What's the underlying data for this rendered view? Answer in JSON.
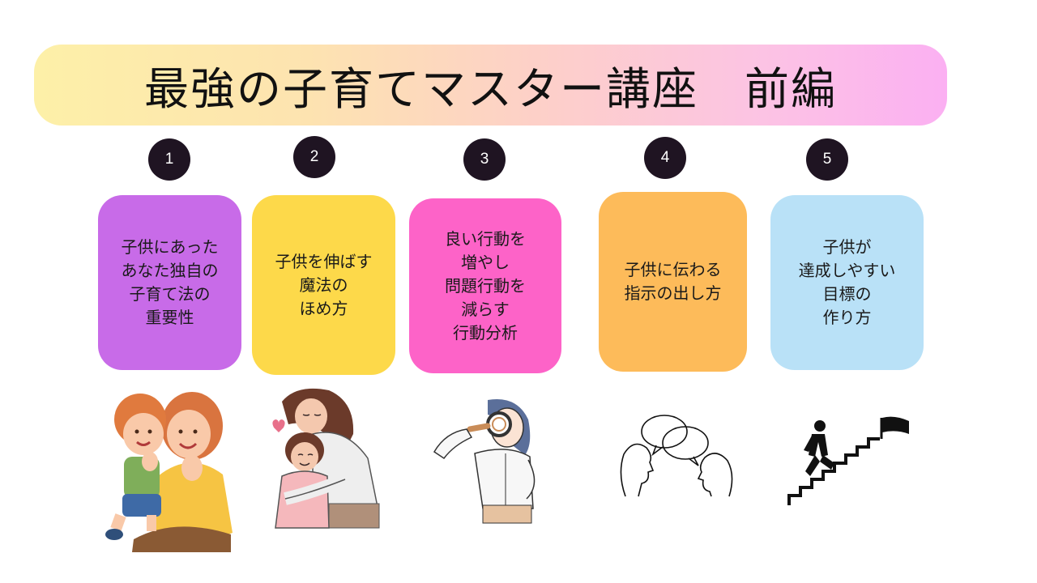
{
  "title": "最強の子育てマスター講座　前編",
  "steps": [
    {
      "number": "1",
      "text": "子供にあった\nあなた独自の\n子育て法の\n重要性",
      "color": "#c86be8",
      "illustration": "mother-and-child-illustration"
    },
    {
      "number": "2",
      "text": "子供を伸ばす\n魔法の\nほめ方",
      "color": "#fdd94a",
      "illustration": "hugging-mother-illustration"
    },
    {
      "number": "3",
      "text": "良い行動を\n増やし\n問題行動を\n減らす\n行動分析",
      "color": "#fd63c8",
      "illustration": "magnifying-glass-woman-illustration"
    },
    {
      "number": "4",
      "text": "子供に伝わる\n指示の出し方",
      "color": "#fdbb5a",
      "illustration": "conversation-heads-illustration"
    },
    {
      "number": "5",
      "text": "子供が\n達成しやすい\n目標の\n作り方",
      "color": "#b9e1f7",
      "illustration": "stairs-to-flag-illustration"
    }
  ]
}
